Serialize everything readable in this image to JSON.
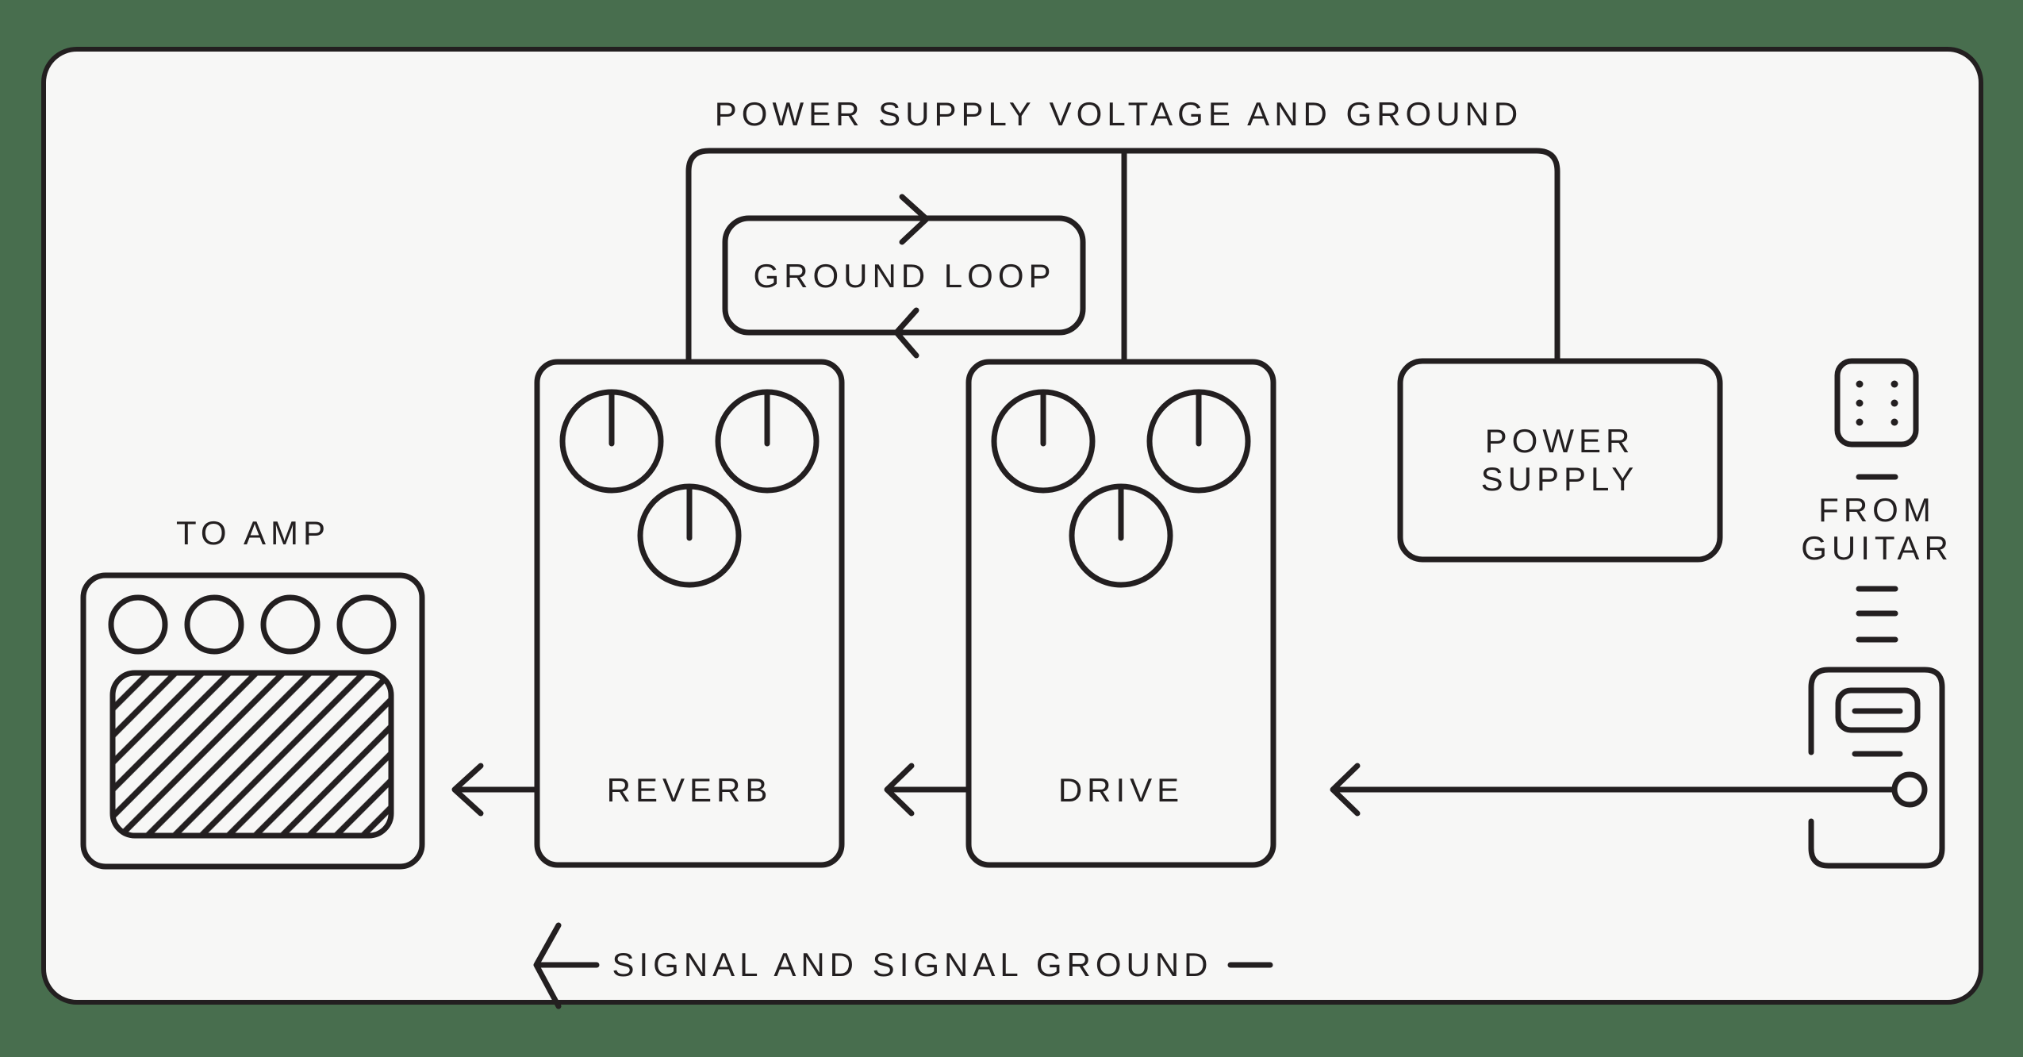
{
  "colors": {
    "background": "#486e4e",
    "card": "#f7f7f6",
    "line": "#231f20"
  },
  "title": "POWER SUPPLY VOLTAGE AND GROUND",
  "ground_loop": {
    "label": "GROUND LOOP"
  },
  "power_supply": {
    "lines": [
      "POWER",
      "SUPPLY"
    ]
  },
  "pedals": {
    "reverb": "REVERB",
    "drive": "DRIVE"
  },
  "amp": {
    "label": "TO AMP"
  },
  "guitar": {
    "lines": [
      "FROM",
      "GUITAR"
    ]
  },
  "legend": {
    "label": "SIGNAL AND SIGNAL GROUND"
  }
}
